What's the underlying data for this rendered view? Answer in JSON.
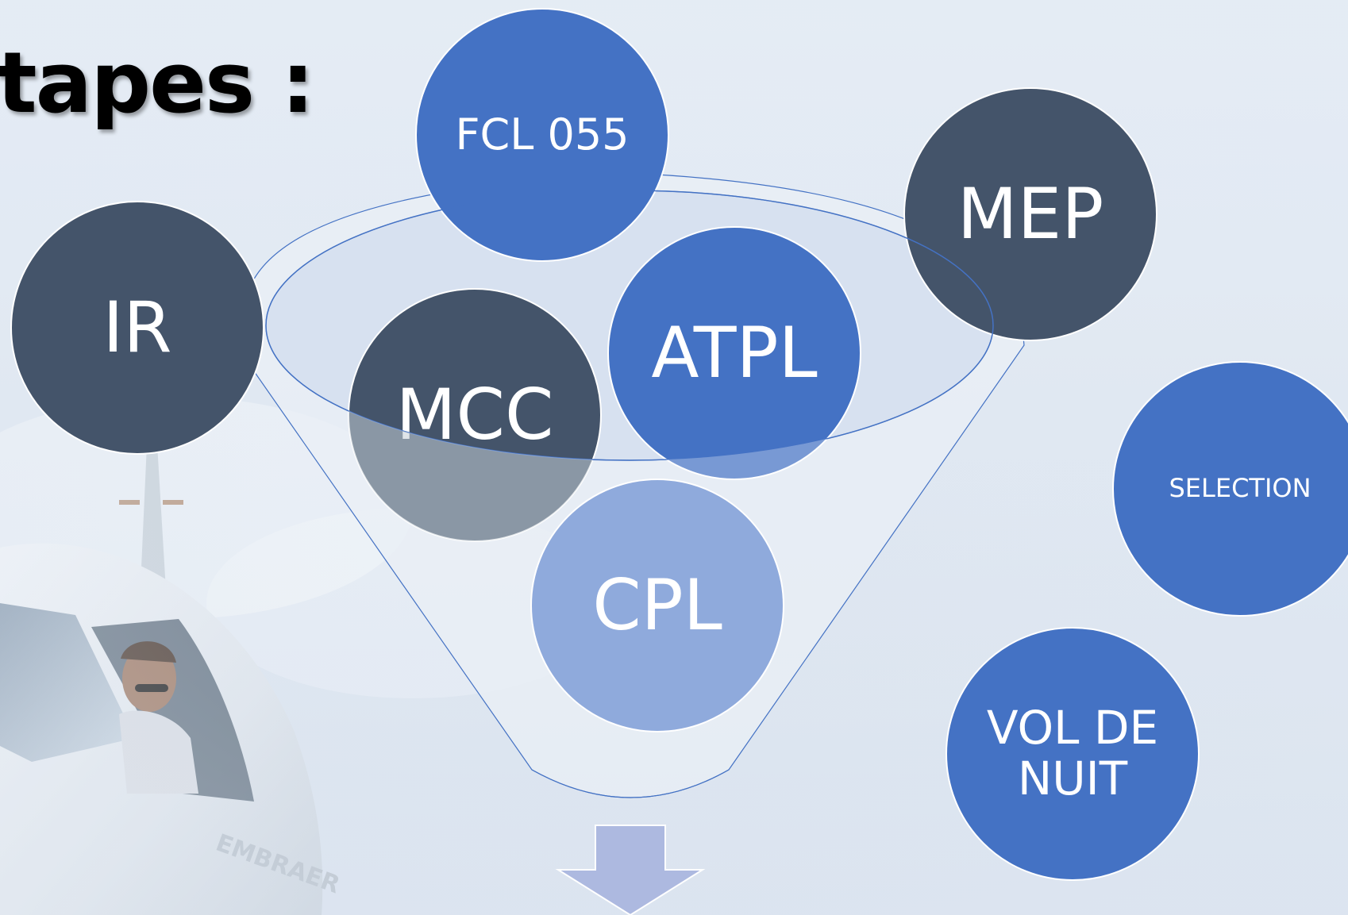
{
  "slide": {
    "title": "tapes :"
  },
  "diagram": {
    "circles": {
      "fcl055": {
        "label": "FCL 055"
      },
      "mep": {
        "label": "MEP"
      },
      "ir": {
        "label": "IR"
      },
      "mcc": {
        "label": "MCC"
      },
      "atpl": {
        "label": "ATPL"
      },
      "cpl": {
        "label": "CPL"
      },
      "selection": {
        "label": "SELECTION"
      },
      "vol_de_nuit": {
        "label": "VOL DE NUIT"
      }
    }
  },
  "colors": {
    "background": "#e1e9f3",
    "accent_blue": "#4472c4",
    "dark_slate": "#44546a",
    "light_blue": "#8faadc",
    "arrow": "#adb9e0",
    "funnel_line": "#4472c4"
  },
  "icons": [
    "down-arrow-icon"
  ]
}
